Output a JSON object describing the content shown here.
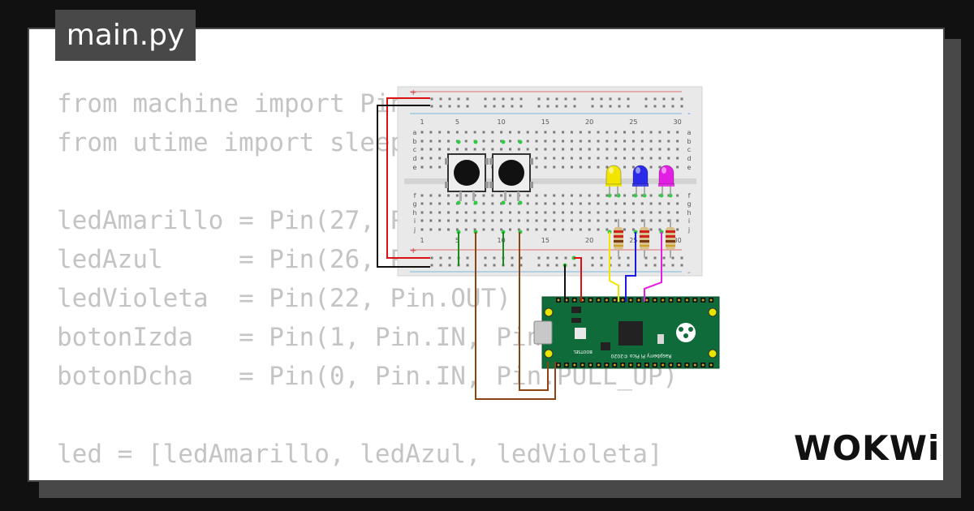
{
  "editor": {
    "filename": "main.py",
    "code_lines": [
      "from machine import Pin",
      "from utime import sleep",
      "",
      "ledAmarillo = Pin(27, Pin.OUT)",
      "ledAzul     = Pin(26, Pin.OUT)",
      "ledVioleta  = Pin(22, Pin.OUT)",
      "botonIzda   = Pin(1, Pin.IN, Pin.PULL_UP)",
      "botonDcha   = Pin(0, Pin.IN, Pin.PULL_UP)",
      "",
      "led = [ledAmarillo, ledAzul, ledVioleta]"
    ]
  },
  "diagram": {
    "breadboard": {
      "column_numbers": [
        "1",
        "5",
        "10",
        "15",
        "20",
        "25",
        "30"
      ],
      "row_letters_top": [
        "a",
        "b",
        "c",
        "d",
        "e"
      ],
      "row_letters_bottom": [
        "f",
        "g",
        "h",
        "i",
        "j"
      ],
      "plus_sign": "+",
      "minus_sign": "-"
    },
    "pico": {
      "label": "Raspberry Pi Pico ©2020",
      "bootsel_label": "BOOTSEL"
    },
    "leds": [
      {
        "name": "yellow",
        "color": "#f2e600"
      },
      {
        "name": "blue",
        "color": "#2a2ae8"
      },
      {
        "name": "violet",
        "color": "#e21ee2"
      }
    ],
    "wire_colors": {
      "red": "#dd1111",
      "black": "#111111",
      "green": "#1a8a1a",
      "brown": "#8b4513",
      "yellow": "#f2e600",
      "blue": "#1b1bdd",
      "magenta": "#e41ce4"
    }
  },
  "brand": {
    "logo_text": "WOKWi"
  }
}
